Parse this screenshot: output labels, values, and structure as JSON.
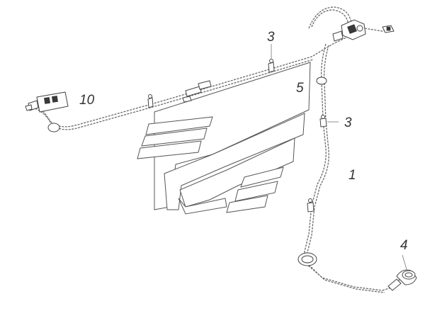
{
  "callouts": {
    "label_1": "1",
    "label_3_top": "3",
    "label_3_right": "3",
    "label_4": "4",
    "label_5": "5",
    "label_10": "10"
  },
  "colors": {
    "line": "#555555",
    "text": "#333333",
    "background": "#ffffff"
  },
  "icons": [
    "connector-10",
    "grommet",
    "clip",
    "switch-assembly",
    "protective-cap",
    "emblem-decal"
  ]
}
